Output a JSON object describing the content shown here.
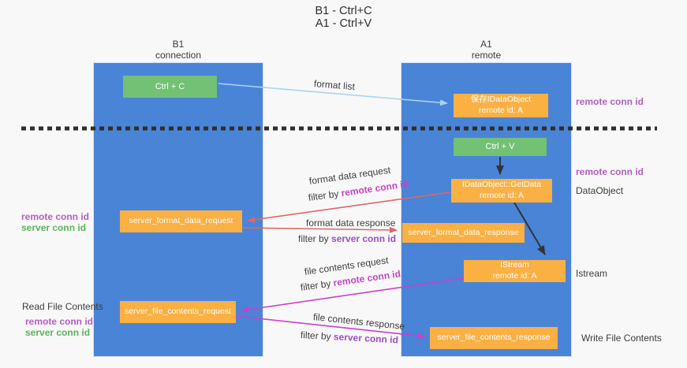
{
  "title": {
    "line1": "B1 - Ctrl+C",
    "line2": "A1 - Ctrl+V"
  },
  "lanes": {
    "left": {
      "name": "B1",
      "role": "connection"
    },
    "right": {
      "name": "A1",
      "role": "remote"
    }
  },
  "nodes": {
    "ctrl_c": {
      "label": "Ctrl + C"
    },
    "ctrl_v": {
      "label": "Ctrl + V"
    },
    "save_idataobject": {
      "line1": "保存IDataObject",
      "line2": "remote id: A"
    },
    "getdata": {
      "line1": "IDataObject::GetData",
      "line2": "remote id: A"
    },
    "istream": {
      "line1": "IStream",
      "line2": "remote id: A"
    },
    "server_format_data_request": {
      "label": "server_format_data_request"
    },
    "server_format_data_response": {
      "label": "server_format_data_response"
    },
    "server_file_contents_request": {
      "label": "server_file_contents_request"
    },
    "server_file_contents_response": {
      "label": "server_file_contents_response"
    }
  },
  "side_labels": {
    "remote_conn_id_top": "remote conn id",
    "remote_conn_id_mid": "remote conn id",
    "dataobject": "DataObject",
    "istream": "Istream",
    "write_file_contents": "Write File Contents",
    "read_file_contents": "Read File Contents",
    "left_remote_conn_id_1": "remote conn id",
    "left_server_conn_id_1": "server conn id",
    "left_remote_conn_id_2": "remote conn id",
    "left_server_conn_id_2": "server conn id"
  },
  "arrow_labels": {
    "format_list": "format list",
    "format_data_request": "format data request",
    "format_data_response": "format data response",
    "file_contents_request": "file contents request",
    "file_contents_response": "file contents response",
    "filter_prefix": "filter by ",
    "remote_conn_id": "remote conn id",
    "server_conn_id": "server conn id"
  },
  "colors": {
    "background": "#f8f8f8",
    "lane_blue": "#4a84d7",
    "node_green": "#72c174",
    "node_orange": "#fbb044",
    "arrow_red": "#e06666",
    "arrow_magenta": "#cb3fcb",
    "arrow_lightblue": "#a9d3ef",
    "arrow_black": "#333333",
    "text_purple": "#b55ec5",
    "text_green": "#58b658",
    "filter_magenta": "#c843c8",
    "filter_purple": "#9b4ec9"
  }
}
